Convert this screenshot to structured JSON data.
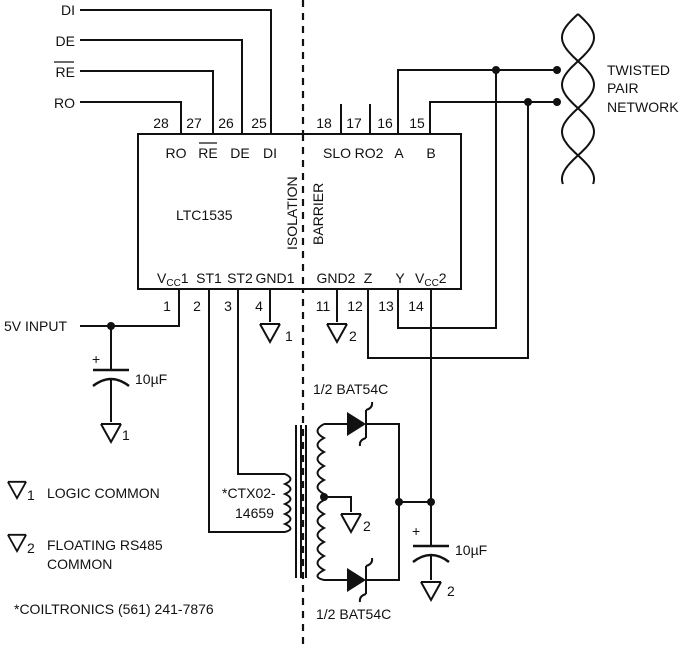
{
  "chip": {
    "name": "LTC1535",
    "barrier_line1": "ISOLATION",
    "barrier_line2": "BARRIER",
    "top_pins": [
      {
        "num": "28",
        "name": "RO"
      },
      {
        "num": "27",
        "name": "RE"
      },
      {
        "num": "26",
        "name": "DE"
      },
      {
        "num": "25",
        "name": "DI"
      },
      {
        "num": "18",
        "name": "SLO"
      },
      {
        "num": "17",
        "name": "RO2"
      },
      {
        "num": "16",
        "name": "A"
      },
      {
        "num": "15",
        "name": "B"
      }
    ],
    "bottom_pins": [
      {
        "num": "1",
        "name": "V",
        "sub": "CC",
        "suffix": "1"
      },
      {
        "num": "2",
        "name": "ST1"
      },
      {
        "num": "3",
        "name": "ST2"
      },
      {
        "num": "4",
        "name": "GND1"
      },
      {
        "num": "11",
        "name": "GND2"
      },
      {
        "num": "12",
        "name": "Z"
      },
      {
        "num": "13",
        "name": "Y"
      },
      {
        "num": "14",
        "name": "V",
        "sub": "CC",
        "suffix": "2"
      }
    ]
  },
  "signals": {
    "di": "DI",
    "de": "DE",
    "re": "RE",
    "ro": "RO"
  },
  "twisted_pair": [
    "TWISTED",
    "PAIR",
    "NETWORK"
  ],
  "power_input": "5V INPUT",
  "cap_left": {
    "polarity": "+",
    "value": "10µF"
  },
  "cap_right": {
    "polarity": "+",
    "value": "10µF"
  },
  "ground_marks": {
    "g1": "1",
    "g2": "2"
  },
  "diode_top": "1/2 BAT54C",
  "diode_bottom": "1/2 BAT54C",
  "transformer": {
    "line1": "*CTX02-",
    "line2": "14659"
  },
  "legend": [
    {
      "num": "1",
      "text": [
        "LOGIC COMMON"
      ]
    },
    {
      "num": "2",
      "text": [
        "FLOATING RS485",
        "COMMON"
      ]
    }
  ],
  "footnote": "*COILTRONICS  (561) 241-7876"
}
